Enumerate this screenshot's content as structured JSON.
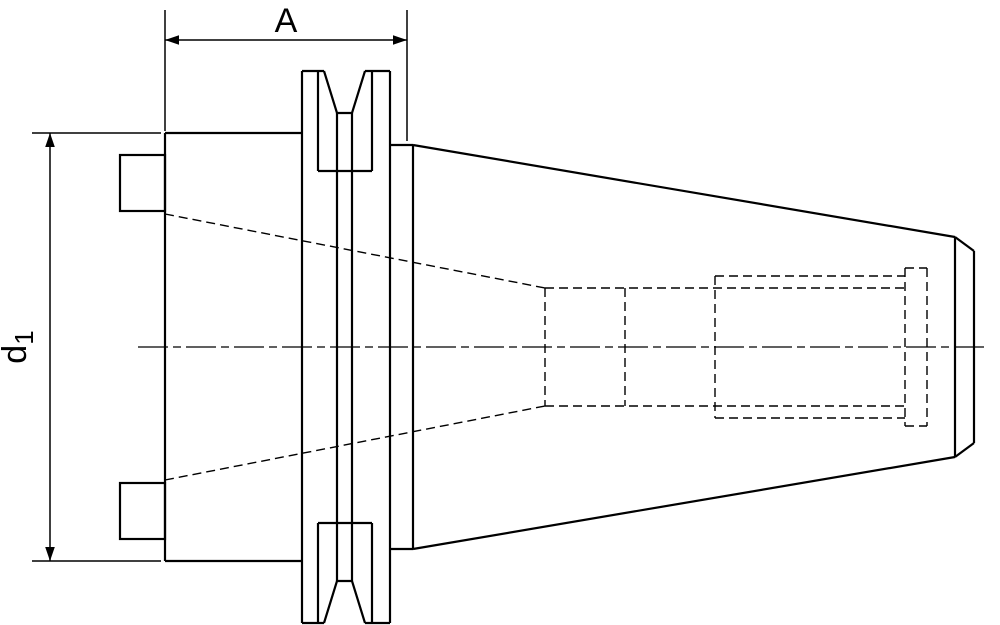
{
  "drawing": {
    "type": "technical-drawing",
    "colors": {
      "line": "#000000",
      "background": "#ffffff"
    },
    "labels": {
      "dim_a": "A",
      "dim_d_base": "d",
      "dim_d_sub": "1"
    }
  }
}
